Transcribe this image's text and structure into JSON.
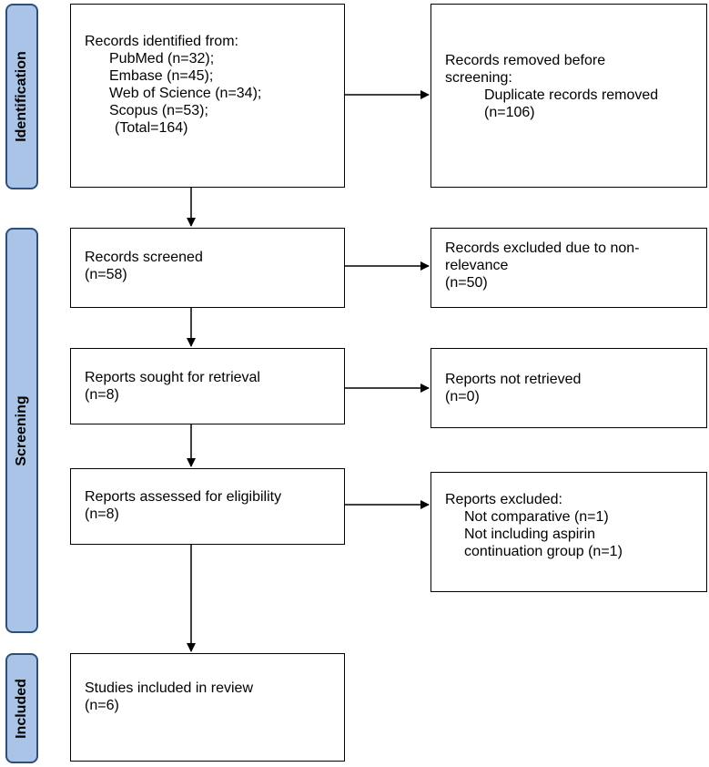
{
  "phases": {
    "identification": "Identification",
    "screening": "Screening",
    "included": "Included"
  },
  "identification_box": {
    "heading": "Records identified from:",
    "sources": [
      "PubMed (n=32);",
      "Embase (n=45);",
      "Web of Science (n=34);",
      "Scopus (n=53);"
    ],
    "total": "(Total=164)"
  },
  "removed_box": {
    "line1": "Records removed before",
    "line2": "screening:",
    "line3": "Duplicate records removed",
    "line4": "(n=106)"
  },
  "screened_box": {
    "line1": "Records screened",
    "line2": "(n=58)"
  },
  "excluded_relevance_box": {
    "line1": "Records excluded due to non-",
    "line2": "relevance",
    "line3": "(n=50)"
  },
  "sought_box": {
    "line1": "Reports sought for retrieval",
    "line2": "(n=8)"
  },
  "not_retrieved_box": {
    "line1": "Reports not retrieved",
    "line2": "(n=0)"
  },
  "assessed_box": {
    "line1": "Reports assessed for eligibility",
    "line2": "(n=8)"
  },
  "excluded_reports_box": {
    "heading": "Reports excluded:",
    "reason1": "Not comparative (n=1)",
    "reason2a": "Not including aspirin",
    "reason2b": "continuation group  (n=1)"
  },
  "included_box": {
    "line1": "Studies included in review",
    "line2": "(n=6)"
  }
}
